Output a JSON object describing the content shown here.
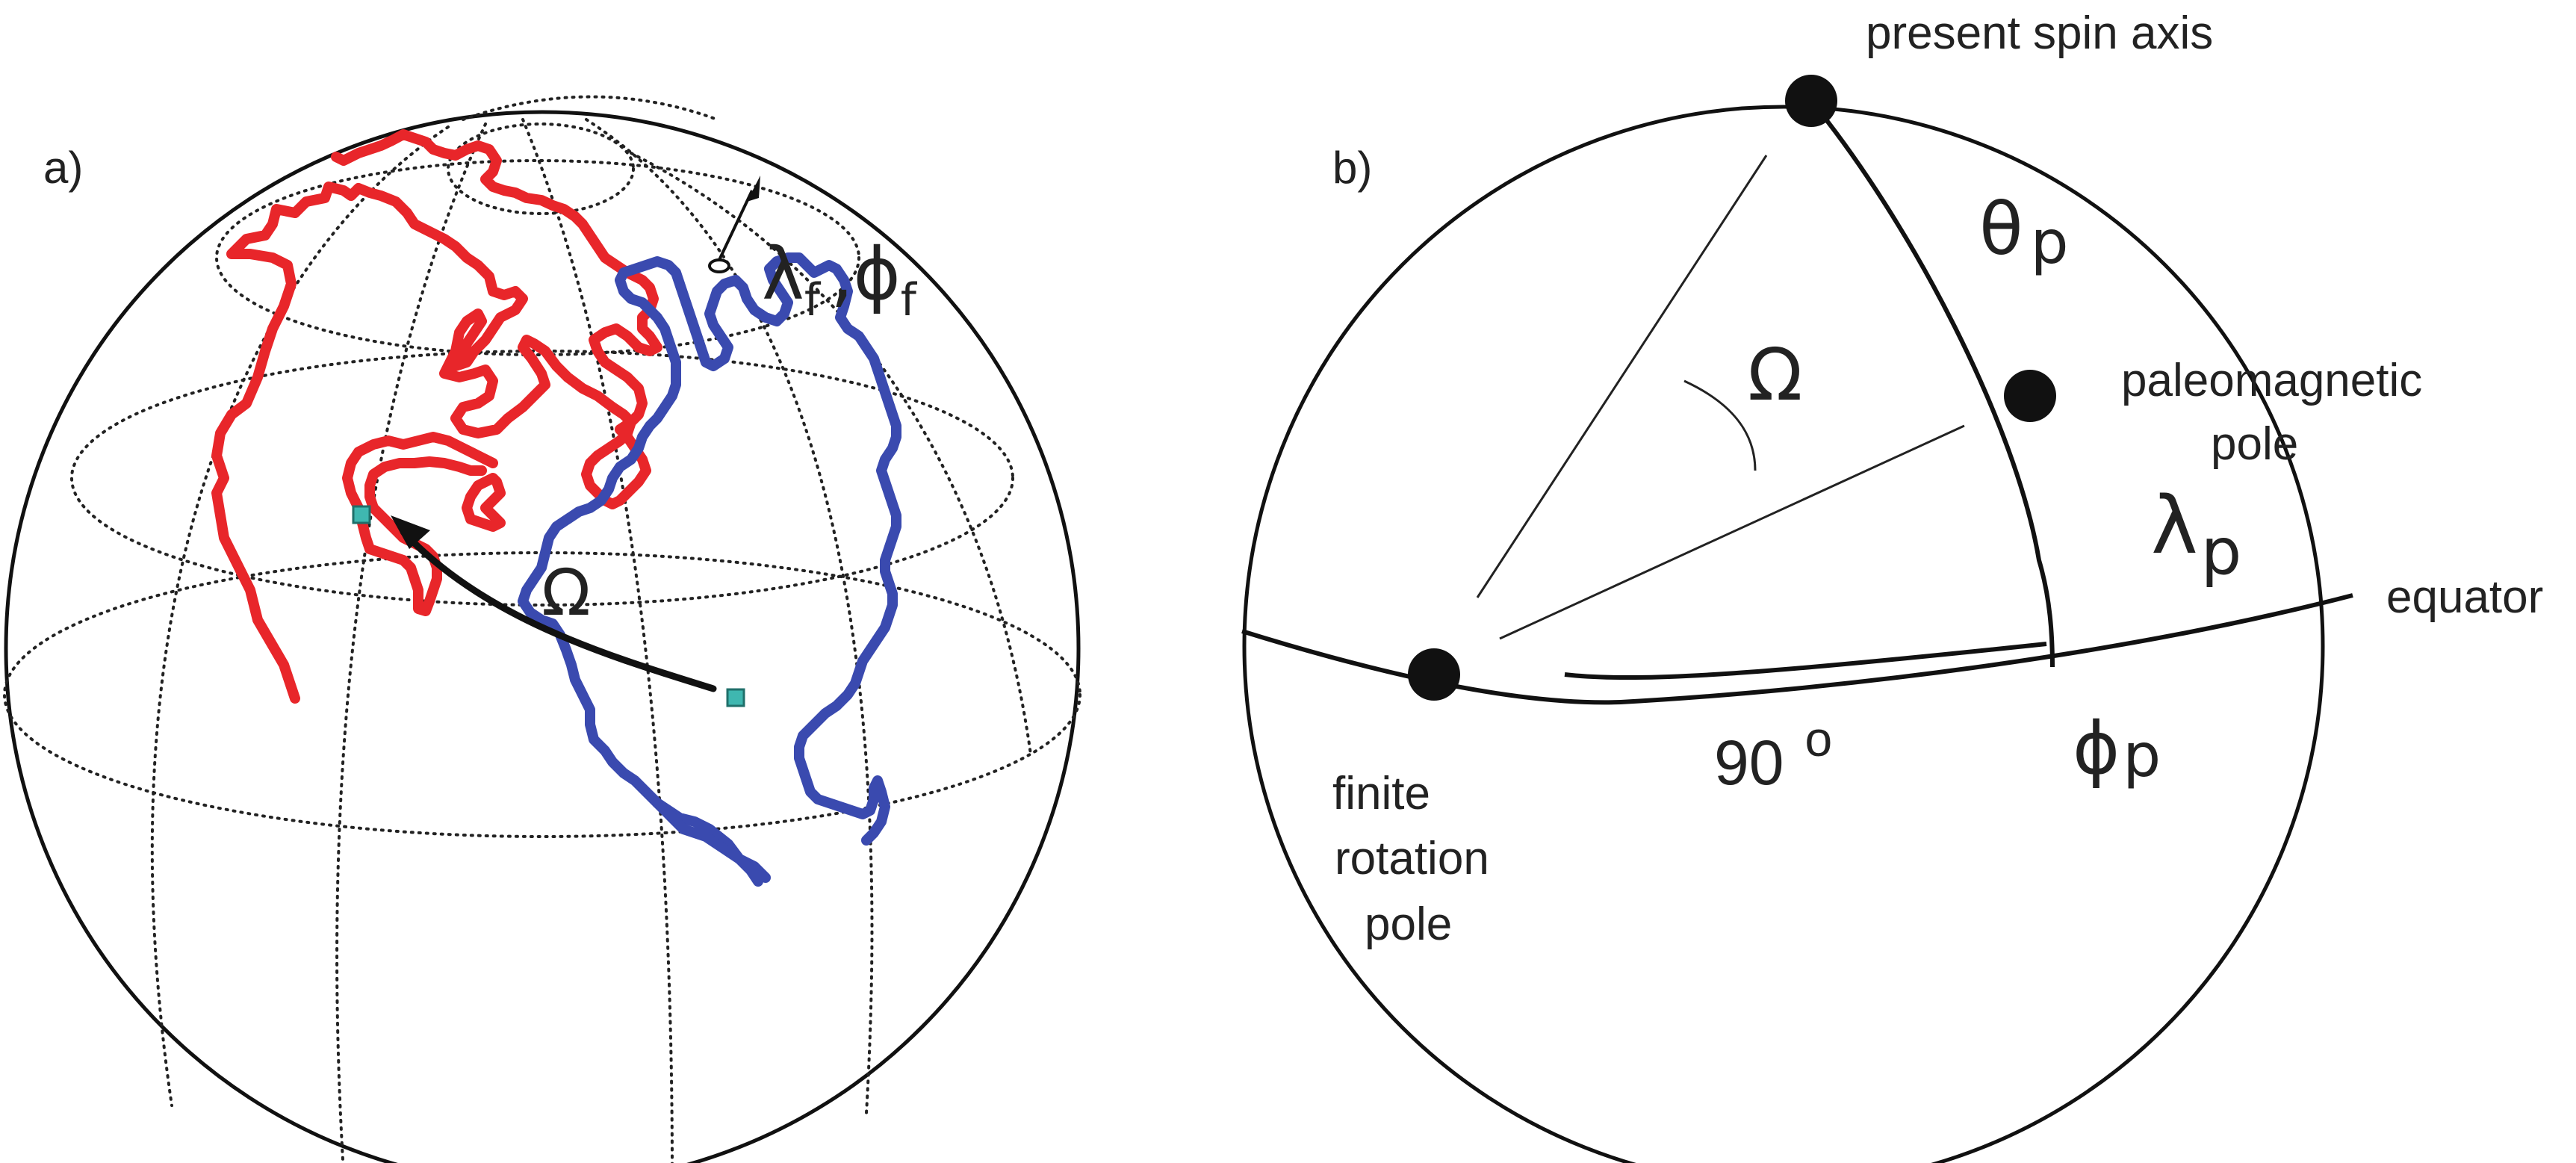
{
  "panel_a": {
    "label": "a)",
    "omega": "Ω",
    "lambda": "λ",
    "lambda_sub": "f",
    "comma": ",",
    "phi": "ϕ",
    "phi_sub": "f",
    "colors": {
      "original_continent": "#e8262a",
      "rotated_continent": "#3a4aaf",
      "pole_marker": "#3fb7b0",
      "ink": "#111111"
    }
  },
  "panel_b": {
    "label": "b)",
    "spin_axis_label": "present spin axis",
    "theta": "θ",
    "theta_sub": "p",
    "omega": "Ω",
    "paleomagnetic_label_1": "paleomagnetic",
    "paleomagnetic_label_2": "pole",
    "lambda": "λ",
    "lambda_sub": "p",
    "equator_label": "equator",
    "phi": "ϕ",
    "phi_sub": "p",
    "angle_label": "90",
    "angle_degree": "o",
    "finite_label_1": "finite",
    "finite_label_2": "rotation",
    "finite_label_3": "pole"
  }
}
